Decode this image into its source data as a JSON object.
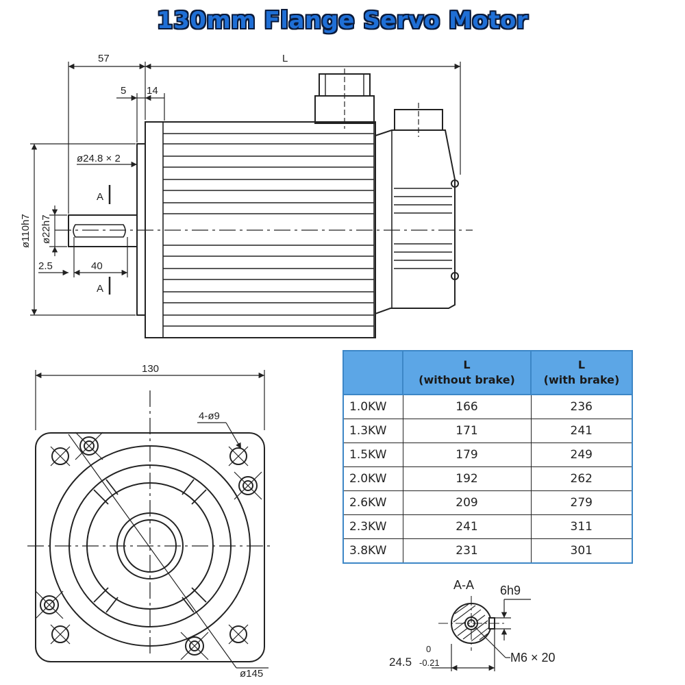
{
  "title": "130mm Flange Servo Motor",
  "dimensions": {
    "d57": "57",
    "dL": "L",
    "d5": "5",
    "d14": "14",
    "d248": "ø24.8 × 2",
    "dA1": "A",
    "dA2": "A",
    "d110": "ø110h7",
    "d22": "ø22h7",
    "d25": "2.5",
    "d40": "40",
    "d130": "130",
    "d4phi9": "4-ø9",
    "d145": "ø145",
    "dAA": "A-A",
    "d6h9": "6h9",
    "dM6": "M6 × 20",
    "d245": "24.5",
    "d245tol_up": "0",
    "d245tol_dn": "-0.21"
  },
  "table": {
    "headers": [
      {
        "top": "",
        "bottom": ""
      },
      {
        "top": "L",
        "bottom": "(without brake)"
      },
      {
        "top": "L",
        "bottom": "(with brake)"
      }
    ],
    "rows": [
      [
        "1.0KW",
        "166",
        "236"
      ],
      [
        "1.3KW",
        "171",
        "241"
      ],
      [
        "1.5KW",
        "179",
        "249"
      ],
      [
        "2.0KW",
        "192",
        "262"
      ],
      [
        "2.6KW",
        "209",
        "279"
      ],
      [
        "2.3KW",
        "241",
        "311"
      ],
      [
        "3.8KW",
        "231",
        "301"
      ]
    ]
  },
  "colors": {
    "title_fill": "#1f6fd6",
    "title_outline": "#0a1a3a",
    "table_header": "#5ca6e6",
    "line": "#222222"
  }
}
